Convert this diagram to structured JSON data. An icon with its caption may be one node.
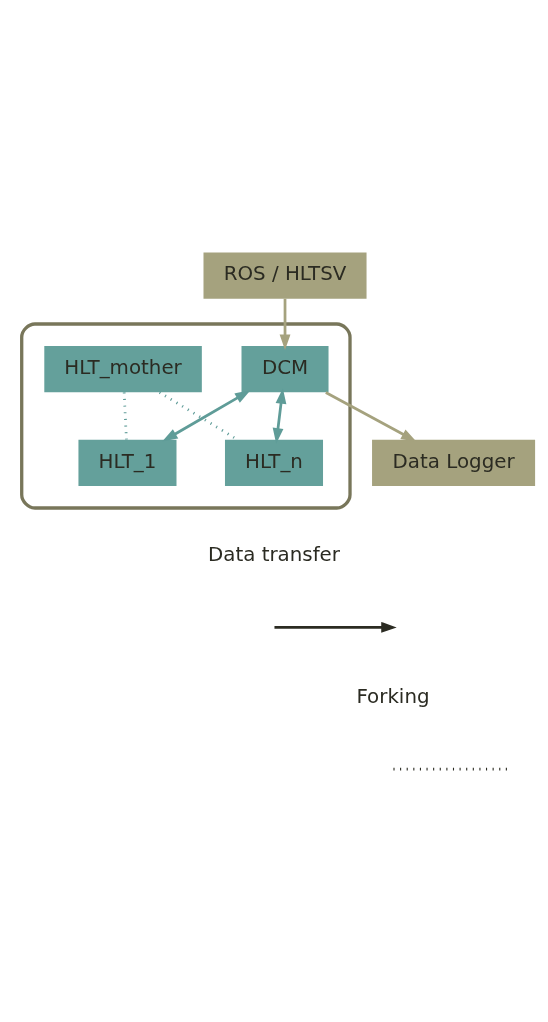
{
  "diagram": {
    "nodes": [
      {
        "text": [
          "ROS / HLTSV"
        ]
      },
      {
        "text": [],
        "shape": "box"
      },
      {
        "text": [
          "HLT_mother"
        ],
        "in": 1
      },
      {
        "text": [
          "DCM"
        ],
        "in": 1
      },
      {
        "text": [
          "HLT_1"
        ],
        "in": 1
      },
      {
        "text": [
          "HLT_n"
        ],
        "in": 1
      },
      {
        "text": [
          "Data Logger"
        ]
      }
    ],
    "edges": [
      {
        "from": 0,
        "to": 3,
        "arrow": "to",
        "color": "#a5a27e"
      },
      {
        "from": 2,
        "to": 4,
        "arrow": "none",
        "style": "dashed",
        "color": "#5f9c98"
      },
      {
        "from": 2,
        "to": 5,
        "arrow": "none",
        "style": "dashed",
        "color": "#5f9c98"
      },
      {
        "from": 3,
        "to": 4,
        "arrow": "both",
        "color": "#5f9c98"
      },
      {
        "from": 3,
        "to": 5,
        "arrow": "both",
        "color": "#5f9c98"
      },
      {
        "from": 3,
        "to": 6,
        "arrow": "to",
        "color": "#a5a27e"
      }
    ],
    "legend": [
      {
        "text": "Data transfer"
      },
      {
        "text": "Forking"
      }
    ]
  }
}
